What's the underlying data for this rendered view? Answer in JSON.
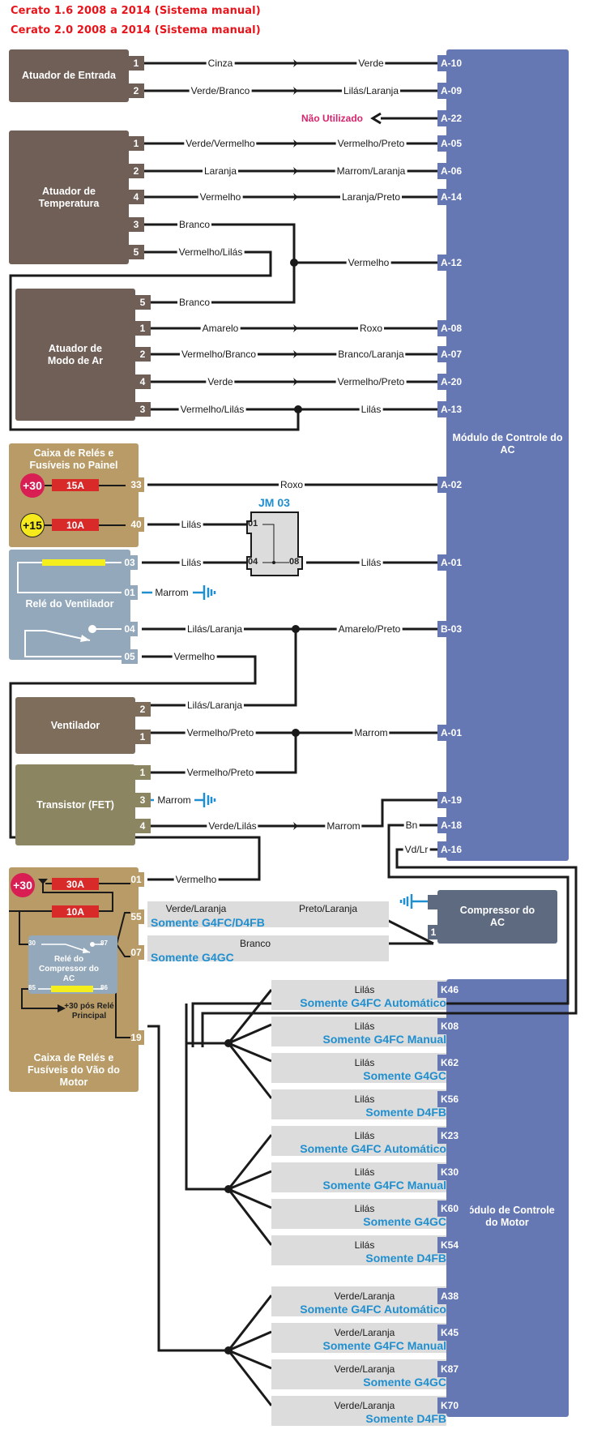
{
  "titles": [
    "Cerato 1.6 2008 a 2014 (Sistema manual)",
    "Cerato 2.0 2008 a 2014 (Sistema manual)"
  ],
  "colors": {
    "module": "#6678b4",
    "component": "#705f57",
    "fusebox": "#b89b66",
    "relay": "#93a8bb",
    "fuse": "#d92a2a",
    "only_label": "#1f8fd0",
    "unused": "#d6246e",
    "title": "#e8141b",
    "ground": "#1f8fd0"
  },
  "components": {
    "atuador_entrada": {
      "name": "Atuador de Entrada",
      "pins": [
        "1",
        "2"
      ]
    },
    "atuador_temperatura": {
      "name": "Atuador de Temperatura",
      "pins": [
        "1",
        "2",
        "4",
        "3",
        "5"
      ]
    },
    "atuador_modo_ar": {
      "name": "Atuador de Modo de Ar",
      "pins": [
        "5",
        "1",
        "2",
        "4",
        "3"
      ]
    },
    "caixa_painel": {
      "name": "Caixa de Relés e Fusíveis no Painel",
      "pins": [
        "33",
        "40"
      ],
      "supplies": [
        "+30",
        "+15"
      ],
      "fuses": [
        "15A",
        "10A"
      ]
    },
    "jm03": {
      "name": "JM 03",
      "pins": [
        "01",
        "04",
        "08"
      ]
    },
    "rele_ventilador": {
      "name": "Relé do Ventilador",
      "pins": [
        "03",
        "01",
        "04",
        "05"
      ]
    },
    "ventilador": {
      "name": "Ventilador",
      "pins": [
        "2",
        "1"
      ]
    },
    "transistor": {
      "name": "Transistor (FET)",
      "pins": [
        "1",
        "3",
        "4"
      ]
    },
    "caixa_motor": {
      "name": "Caixa de Relés e Fusíveis do Vão do Motor",
      "pins": [
        "01",
        "55",
        "07",
        "19"
      ],
      "supply": "+30",
      "fuses": [
        "30A",
        "10A"
      ],
      "relay": {
        "name": "Relé do Compressor do AC",
        "pins": [
          "30",
          "87",
          "85",
          "86"
        ]
      },
      "note": "+30 pós Relé Principal"
    },
    "compressor": {
      "name": "Compressor do AC",
      "pin": "1"
    },
    "modulo_ac": {
      "name": "Módulo de Controle do AC"
    },
    "modulo_motor": {
      "name": "Módulo de Controle do Motor"
    }
  },
  "unused_label": "Não Utilizado",
  "wires_left": {
    "cinza": "Cinza",
    "verde": "Verde",
    "verde_branco": "Verde/Branco",
    "lilas_laranja": "Lilás/Laranja",
    "verde_vermelho": "Verde/Vermelho",
    "vermelho_preto": "Vermelho/Preto",
    "laranja": "Laranja",
    "marrom_laranja": "Marrom/Laranja",
    "vermelho": "Vermelho",
    "laranja_preto": "Laranja/Preto",
    "branco": "Branco",
    "vermelho_lilas": "Vermelho/Lilás",
    "amarelo": "Amarelo",
    "roxo": "Roxo",
    "vermelho_branco": "Vermelho/Branco",
    "branco_laranja": "Branco/Laranja",
    "lilas": "Lilás",
    "marrom": "Marrom",
    "amarelo_preto": "Amarelo/Preto",
    "verde_lilas": "Verde/Lilás",
    "bn": "Bn",
    "vd_lr": "Vd/Lr",
    "verde_laranja": "Verde/Laranja",
    "preto_laranja": "Preto/Laranja"
  },
  "ac_pins": [
    "A-10",
    "A-09",
    "A-22",
    "A-05",
    "A-06",
    "A-14",
    "A-12",
    "A-08",
    "A-07",
    "A-20",
    "A-13",
    "A-02",
    "A-01",
    "B-03",
    "A-01",
    "A-19",
    "A-18",
    "A-16"
  ],
  "compressor_variants": [
    "Somente G4FC/D4FB",
    "Somente G4GC"
  ],
  "ecm_groups": [
    {
      "wire": "Lilás",
      "rows": [
        {
          "pin": "K46",
          "only": "Somente G4FC Automático"
        },
        {
          "pin": "K08",
          "only": "Somente G4FC Manual"
        },
        {
          "pin": "K62",
          "only": "Somente G4GC"
        },
        {
          "pin": "K56",
          "only": "Somente D4FB"
        }
      ]
    },
    {
      "wire": "Lilás",
      "rows": [
        {
          "pin": "K23",
          "only": "Somente G4FC Automático"
        },
        {
          "pin": "K30",
          "only": "Somente G4FC Manual"
        },
        {
          "pin": "K60",
          "only": "Somente G4GC"
        },
        {
          "pin": "K54",
          "only": "Somente D4FB"
        }
      ]
    },
    {
      "wire": "Verde/Laranja",
      "rows": [
        {
          "pin": "A38",
          "only": "Somente G4FC Automático"
        },
        {
          "pin": "K45",
          "only": "Somente G4FC Manual"
        },
        {
          "pin": "K87",
          "only": "Somente G4GC"
        },
        {
          "pin": "K70",
          "only": "Somente D4FB"
        }
      ]
    }
  ]
}
